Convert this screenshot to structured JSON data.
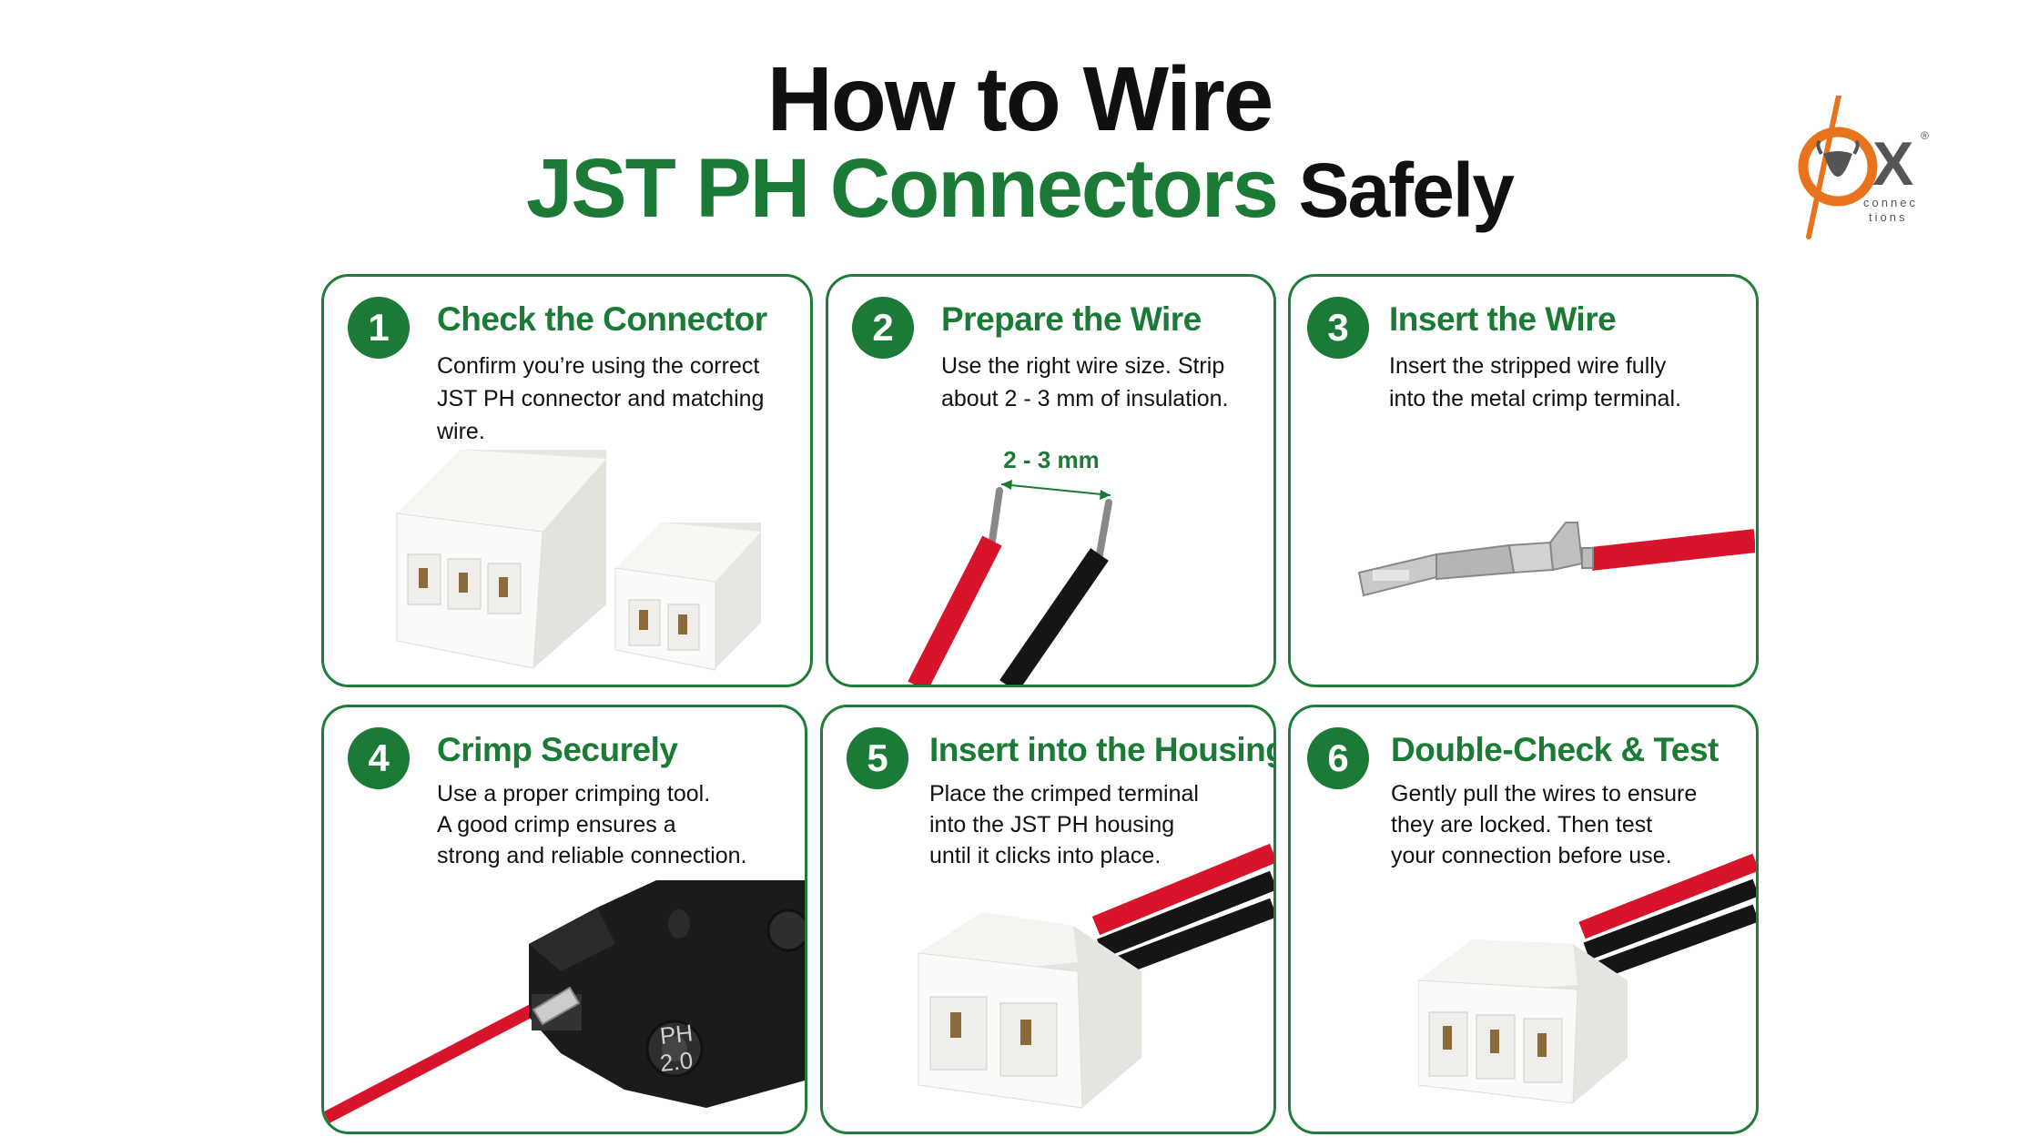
{
  "title": {
    "line1": "How to Wire",
    "line2_green": "JST PH Connectors",
    "line2_black": "Safely"
  },
  "logo": {
    "mark": "X",
    "sub1": "connec",
    "sub2": "tions",
    "registered": "®"
  },
  "steps": [
    {
      "number": "1",
      "title": "Check the Connector",
      "description": "Confirm you’re using the correct\nJST PH connector and matching wire."
    },
    {
      "number": "2",
      "title": "Prepare the Wire",
      "description": "Use the right wire size. Strip\nabout 2 - 3 mm of insulation.",
      "measure_label": "2 - 3 mm"
    },
    {
      "number": "3",
      "title": "Insert the Wire",
      "description": "Insert the stripped wire fully\ninto the metal crimp terminal."
    },
    {
      "number": "4",
      "title": "Crimp Securely",
      "description": "Use a proper crimping tool.\nA good crimp ensures a\nstrong and reliable connection.",
      "tool_label_1": "PH",
      "tool_label_2": "2.0"
    },
    {
      "number": "5",
      "title": "Insert into the Housing",
      "description": "Place the crimped terminal\ninto the JST PH housing\nuntil it clicks into place."
    },
    {
      "number": "6",
      "title": "Double-Check & Test",
      "description": "Gently pull the wires to ensure\nthey are locked. Then test\nyour connection before use."
    }
  ],
  "colors": {
    "accent_green": "#1a7a36",
    "logo_orange": "#e8731c",
    "wire_red": "#d8142a",
    "wire_black": "#151515"
  }
}
